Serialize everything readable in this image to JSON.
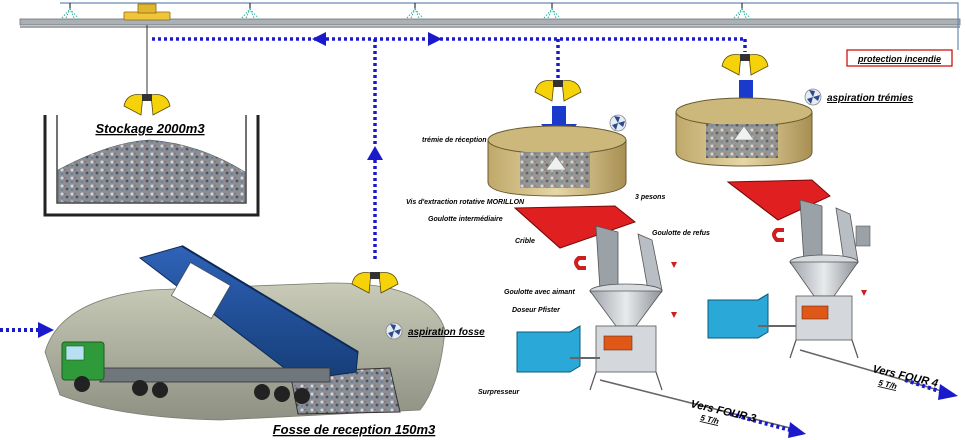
{
  "labels": {
    "stockage": "Stockage 2000m3",
    "fosse": "Fosse de reception 150m3",
    "aspiration_fosse": "aspiration fosse",
    "aspiration_tremies": "aspiration trémies",
    "protection": "protection incendie",
    "tremie": "trémie de réception",
    "vis": "Vis d'extraction rotative MORILLON",
    "goulotte_int": "Goulotte intermédiaire",
    "pesons": "3 pesons",
    "crible": "Crible",
    "goulotte_refus": "Goulotte de refus",
    "goulotte_aimant": "Goulotte avec aimant",
    "doseur": "Doseur Pfister",
    "surpresseur": "Surpresseur",
    "four3": "Vers FOUR 3",
    "four3_rate": "5 T/h",
    "four4": "Vers FOUR 4",
    "four4_rate": "5 T/h"
  },
  "colors": {
    "flow": "#1a1acc",
    "crane": "#f5d20a",
    "hopper": "#d8c48c",
    "screen": "#e02020",
    "truck_bed": "#1f4f9a",
    "cab": "#2f9a3a",
    "blower": "#2aa8d8",
    "fire": "#cc0000"
  },
  "icons": [
    "fan-icon",
    "grab-bucket-icon",
    "sprinkler-icon",
    "magnet-icon"
  ]
}
